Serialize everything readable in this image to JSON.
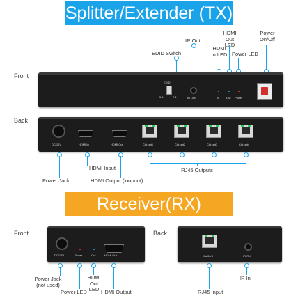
{
  "tx": {
    "title": "Splitter/Extender (TX)",
    "front_label": "Front",
    "back_label": "Back",
    "front_callouts": {
      "edid": "EDID Switch",
      "ir_out": "IR Out",
      "hdmi_out_led": "HDMI\nOut LED",
      "hdmi_in_led": "HDMI\nIn LED",
      "power_led": "Power LED",
      "power_onoff": "Power\nOn/Off"
    },
    "front_print": {
      "edid": "EDID",
      "ch": "5.1",
      "ch2": "7.1",
      "ir": "IR Out",
      "in": "In",
      "out": "Out",
      "power": "Power"
    },
    "back_callouts": {
      "hdmi_input": "HDMI Input",
      "power_jack": "Power Jack",
      "hdmi_output": "HDMI Output (loopout)",
      "rj45": "RJ45 Outputs"
    },
    "back_print": {
      "dc": "DC/12V",
      "hdmi_in": "HDMI In",
      "hdmi_out": "HDMI Out",
      "cat": [
        "Cat out1",
        "Cat out2",
        "Cat out3",
        "Cat out4"
      ]
    }
  },
  "rx": {
    "title": "Receiver(RX)",
    "front_label": "Front",
    "back_label": "Back",
    "front_callouts": {
      "power_jack": "Power Jack\n(not used)",
      "power_led": "Power LED",
      "hdmi_out_led": "HDMI\nOut LED",
      "hdmi_output": "HDMI Output"
    },
    "front_print": {
      "dc": "DC/12V",
      "power": "Power",
      "out": "Out",
      "hdmi_out": "HDMI Out"
    },
    "back_callouts": {
      "rj45": "RJ45 Input",
      "ir_in": "IR In"
    },
    "back_print": {
      "cat": "Cat5e/6",
      "ir": "IR-RX"
    }
  },
  "colors": {
    "tx_banner": "#1aa3e8",
    "rx_banner": "#f5a623",
    "leader": "#1aa3e8",
    "led_blue": "#1aa3e8",
    "led_red": "#e53935",
    "switch_red": "#d32f2f"
  }
}
